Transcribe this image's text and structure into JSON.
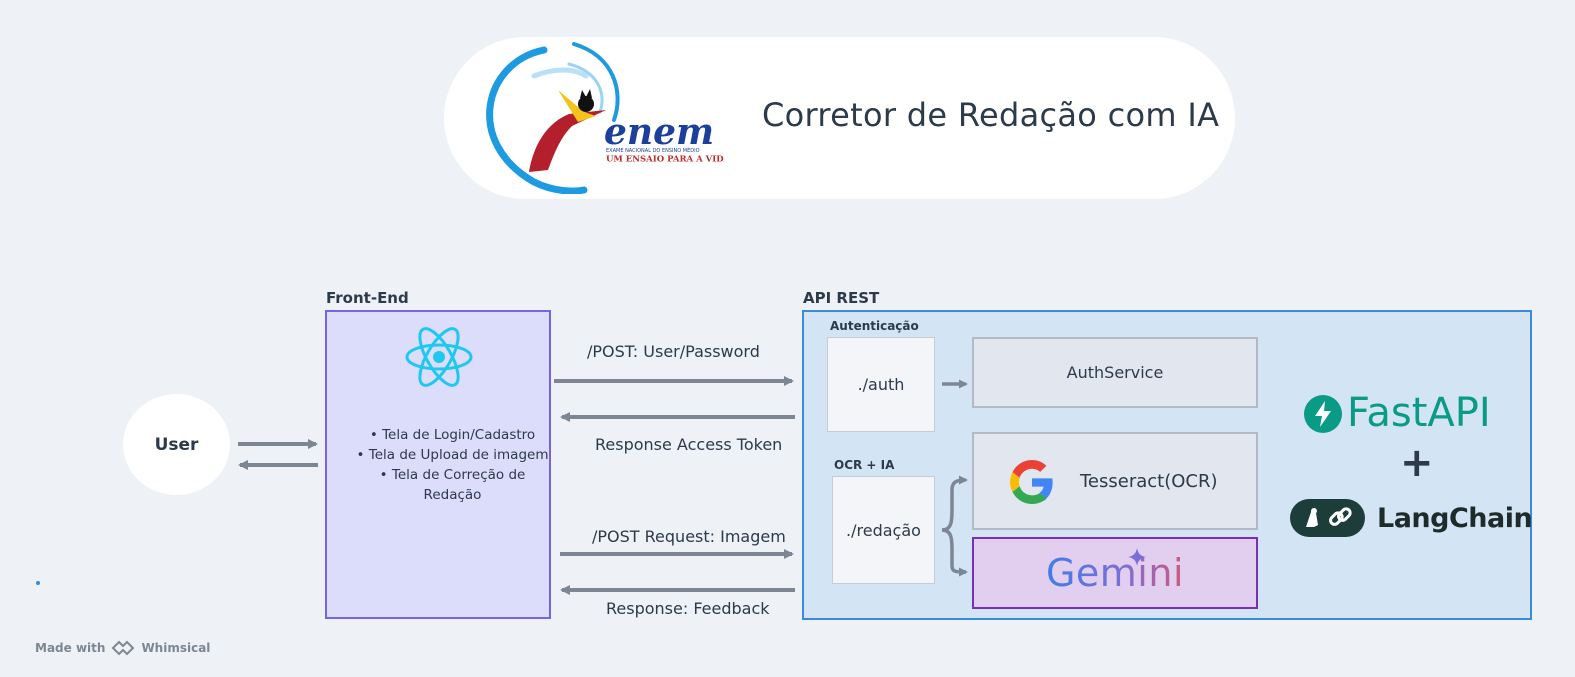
{
  "header": {
    "title": "Corretor de Redação com IA",
    "logo": {
      "wordmark": "enem",
      "subtitle": "EXAME NACIONAL DO ENSINO MÉDIO",
      "tagline": "UM ENSAIO PARA A VIDA"
    }
  },
  "user": {
    "label": "User"
  },
  "frontend": {
    "group_label": "Front-End",
    "icon": "react-icon",
    "items": [
      "Tela de Login/Cadastro",
      "Tela de Upload de imagem",
      "Tela de Correção de Redação"
    ]
  },
  "edges": {
    "post_login": "/POST: User/Password",
    "response_token": "Response Access Token",
    "post_image": "/POST Request: Imagem",
    "response_feedback": "Response: Feedback"
  },
  "api": {
    "group_label": "API REST",
    "auth_section": "Autenticação",
    "auth_endpoint": "./auth",
    "auth_service": "AuthService",
    "ocr_section": "OCR + IA",
    "ocr_endpoint": "./redação",
    "ocr_service": "Tesseract(OCR)",
    "ocr_icon": "google-icon",
    "llm_service": "Gemini",
    "framework": "FastAPI",
    "plus": "+",
    "orchestrator": "LangChain"
  },
  "footer": {
    "made_with": "Made with",
    "brand": "Whimsical"
  },
  "colors": {
    "background": "#eef1f5",
    "frontend_fill": "#dcdcfb",
    "frontend_border": "#7b61e6",
    "api_fill": "#d3e4f5",
    "api_border": "#3a8bdc",
    "gemini_fill": "#e2cff0",
    "gemini_border": "#7a2fb8",
    "arrow": "#7d8794",
    "fastapi": "#0a9b86",
    "react": "#1ec8f0"
  }
}
